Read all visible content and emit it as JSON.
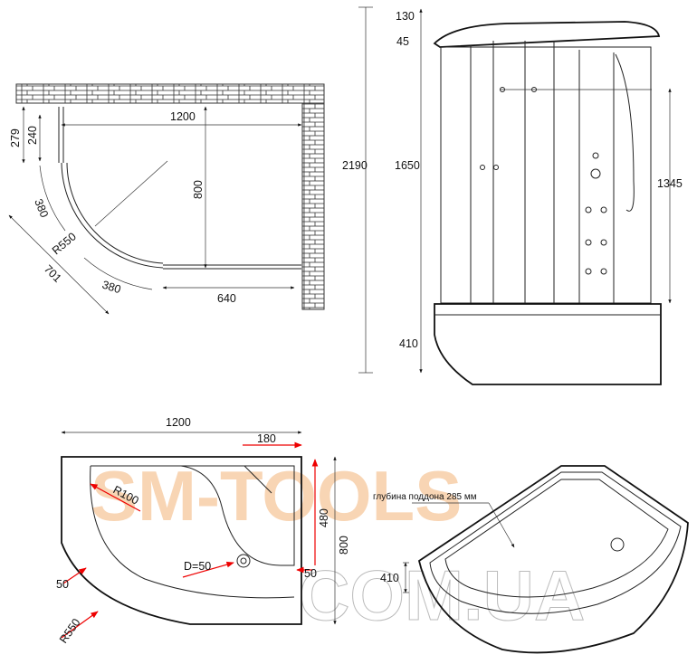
{
  "plan_view": {
    "width": "1200",
    "depth": "800",
    "door_run": "640",
    "left_total": "279",
    "left_panel": "240",
    "arc_upper": "380",
    "arc_lower": "380",
    "radius": "R550",
    "diagonal": "701"
  },
  "elevation_view": {
    "total_height": "2190",
    "roof": "130",
    "roof_offset": "45",
    "glass_height": "1650",
    "panel_height": "1345",
    "tray_height": "410"
  },
  "tray_plan": {
    "width": "1200",
    "depth": "800",
    "seat_width": "180",
    "seat_depth": "480",
    "inner_radius": "R100",
    "drain": "D=50",
    "rim_right": "50",
    "rim_left": "50",
    "outer_radius": "R550"
  },
  "tray_perspective": {
    "depth_note": "глубина поддона 285 мм",
    "height": "410"
  },
  "watermark": {
    "line1": "SM-TOOLS",
    "line2": "COM.UA"
  },
  "colors": {
    "accent": "#e00000",
    "watermark": "#f6c79c"
  }
}
